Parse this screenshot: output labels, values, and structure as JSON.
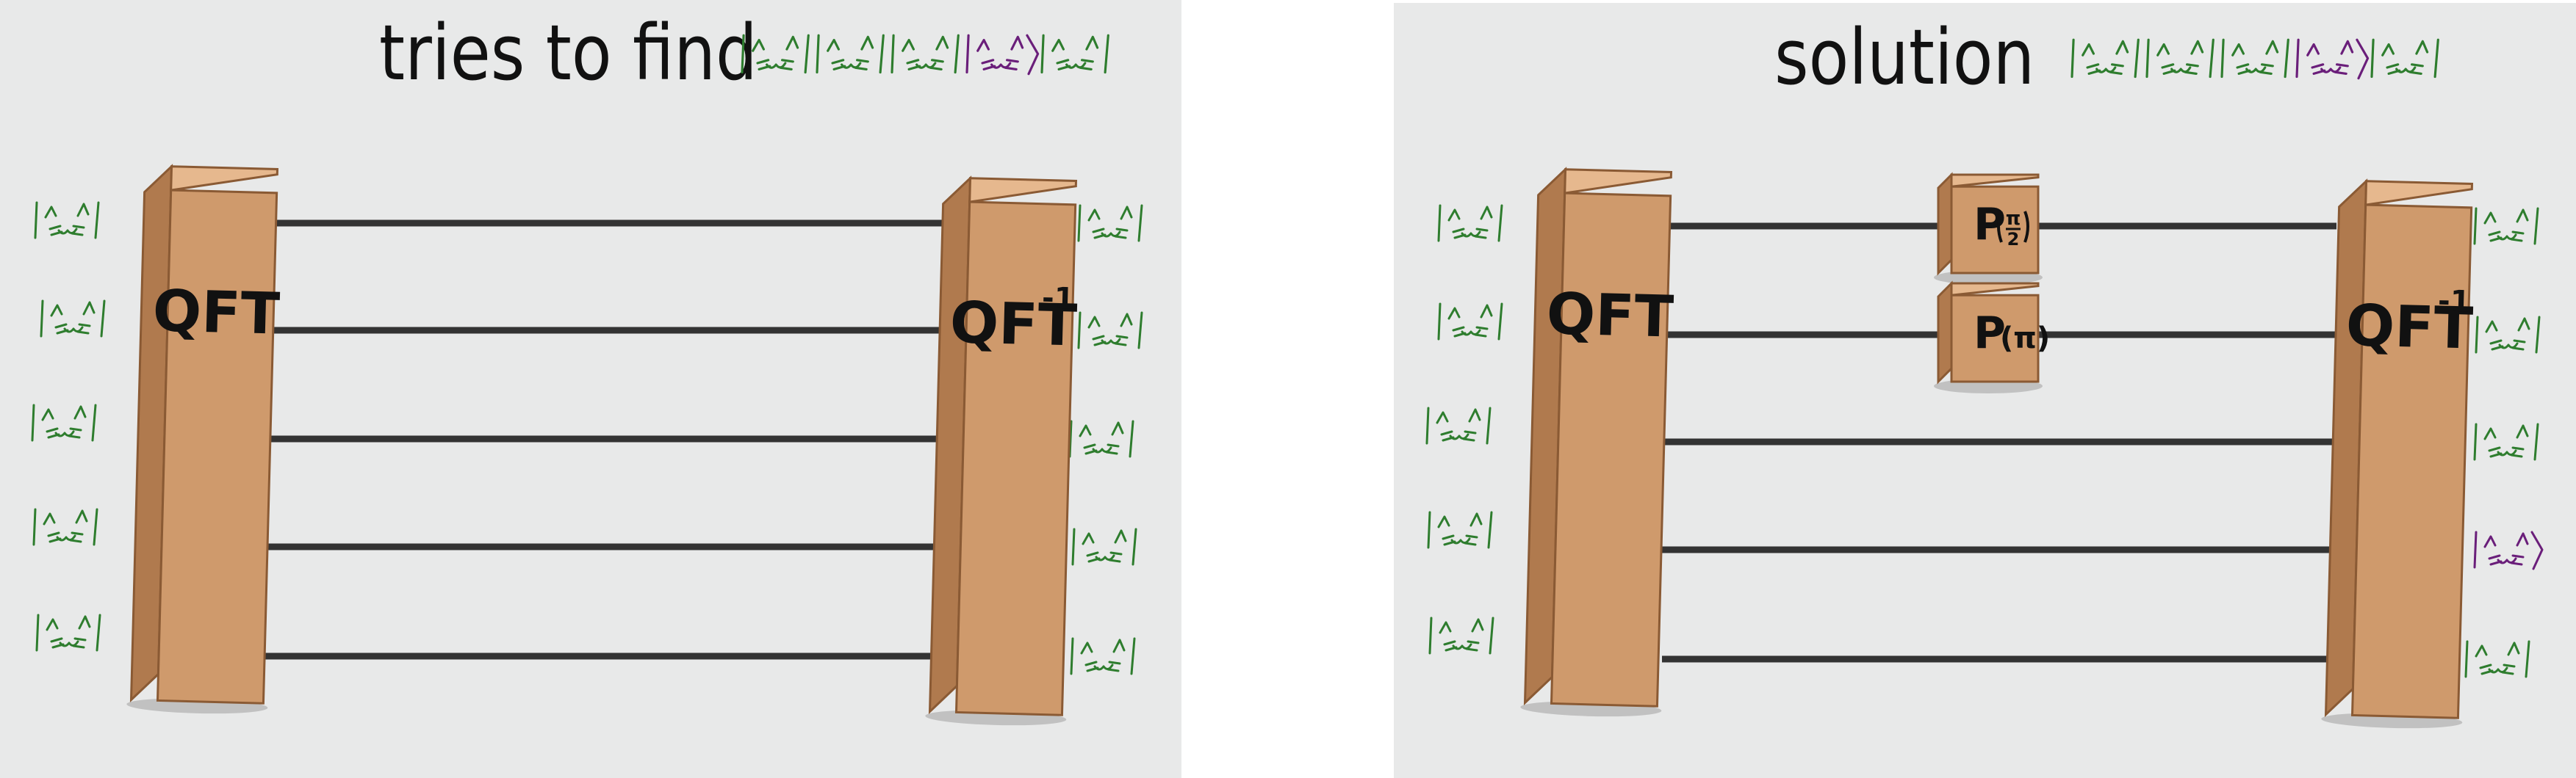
{
  "panels": [
    {
      "title": "tries to find",
      "target_state": [
        "cat",
        "cat",
        "cat",
        "cat-purple",
        "cat"
      ],
      "gates": [],
      "outputs": [
        "cat",
        "cat",
        "cat",
        "cat",
        "cat"
      ]
    },
    {
      "title": "solution",
      "target_state": [
        "cat",
        "cat",
        "cat",
        "cat-purple",
        "cat"
      ],
      "gates": [
        {
          "wire": 1,
          "label": "P",
          "arg_top": "π",
          "arg_bottom": "2"
        },
        {
          "wire": 2,
          "label": "P",
          "arg": "π"
        }
      ],
      "outputs": [
        "cat",
        "cat",
        "cat",
        "cat-purple",
        "cat"
      ]
    }
  ],
  "qft_label": "QFT",
  "qft_inverse_label": "QFT",
  "qft_inverse_superscript": "-1",
  "ket_icon": "cat-face-ket-icon",
  "colors": {
    "ket_green": "#2e7d2e",
    "ket_purple": "#6a1e7a",
    "box": "#cf9a6c",
    "box_dark": "#b07a4e",
    "box_top": "#e6b88e",
    "wire": "#333333",
    "panel": "#e8e9e9"
  }
}
